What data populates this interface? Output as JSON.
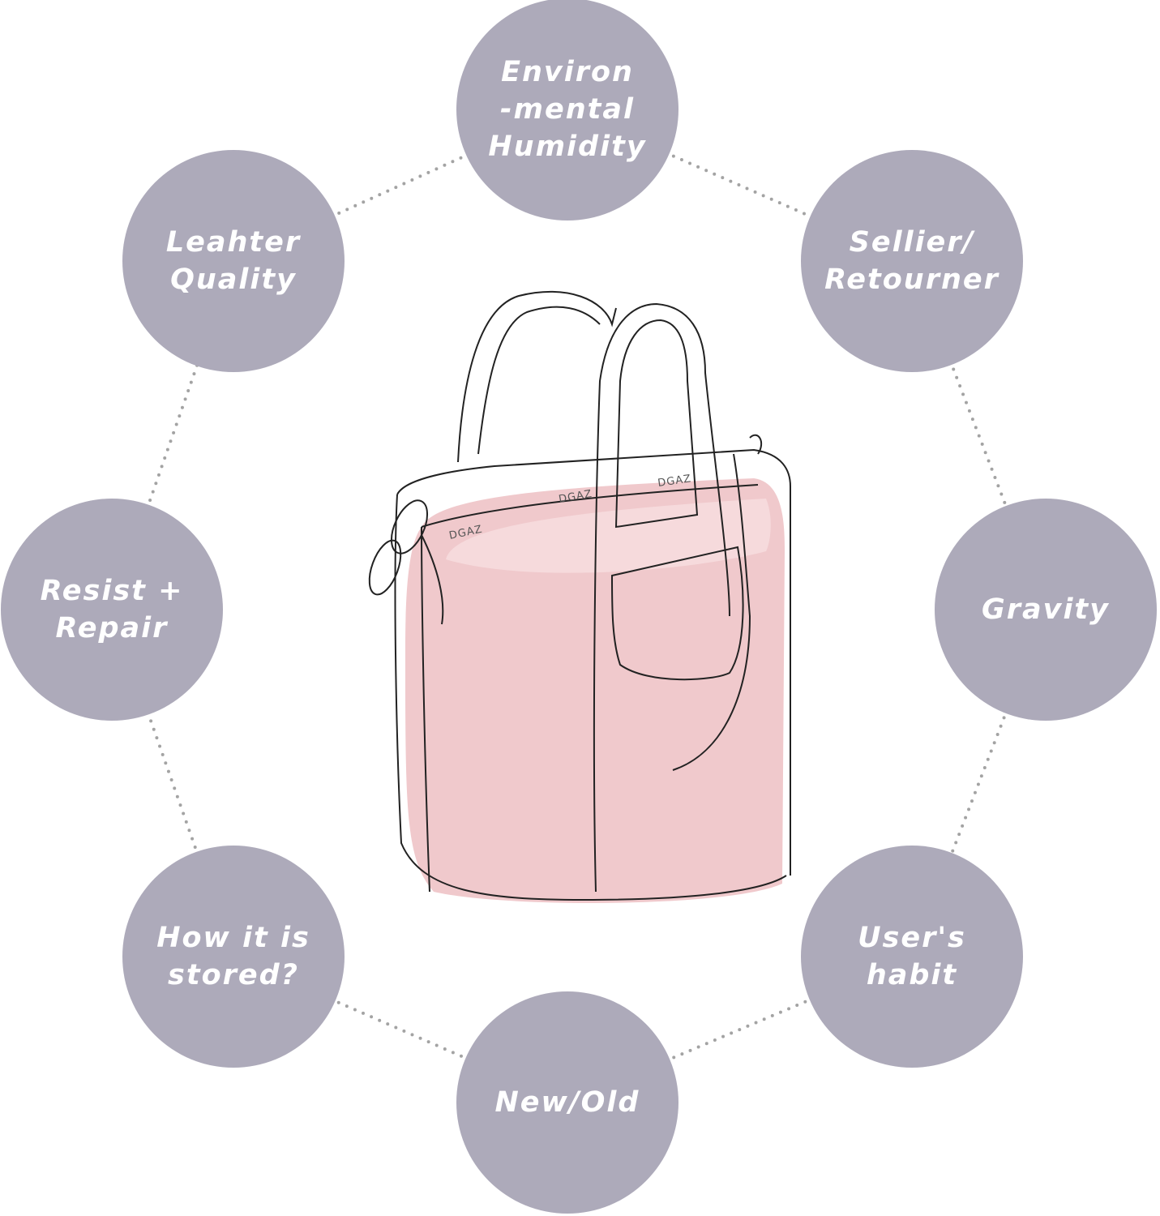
{
  "factors": [
    {
      "id": "humidity",
      "label": "Environ\n-mental\nHumidity"
    },
    {
      "id": "sellier",
      "label": "Sellier/\nRetourner"
    },
    {
      "id": "gravity",
      "label": "Gravity"
    },
    {
      "id": "habit",
      "label": "User's\nhabit"
    },
    {
      "id": "new-old",
      "label": "New/Old"
    },
    {
      "id": "stored",
      "label": "How it is\nstored?"
    },
    {
      "id": "resist",
      "label": "Resist +\nRepair"
    },
    {
      "id": "leather",
      "label": "Leahter\nQuality"
    }
  ],
  "bag": {
    "logo": "DGAZ"
  },
  "colors": {
    "node": "#adaaba",
    "insert": "#f0c9cc",
    "dots": "#9e9e9e"
  }
}
